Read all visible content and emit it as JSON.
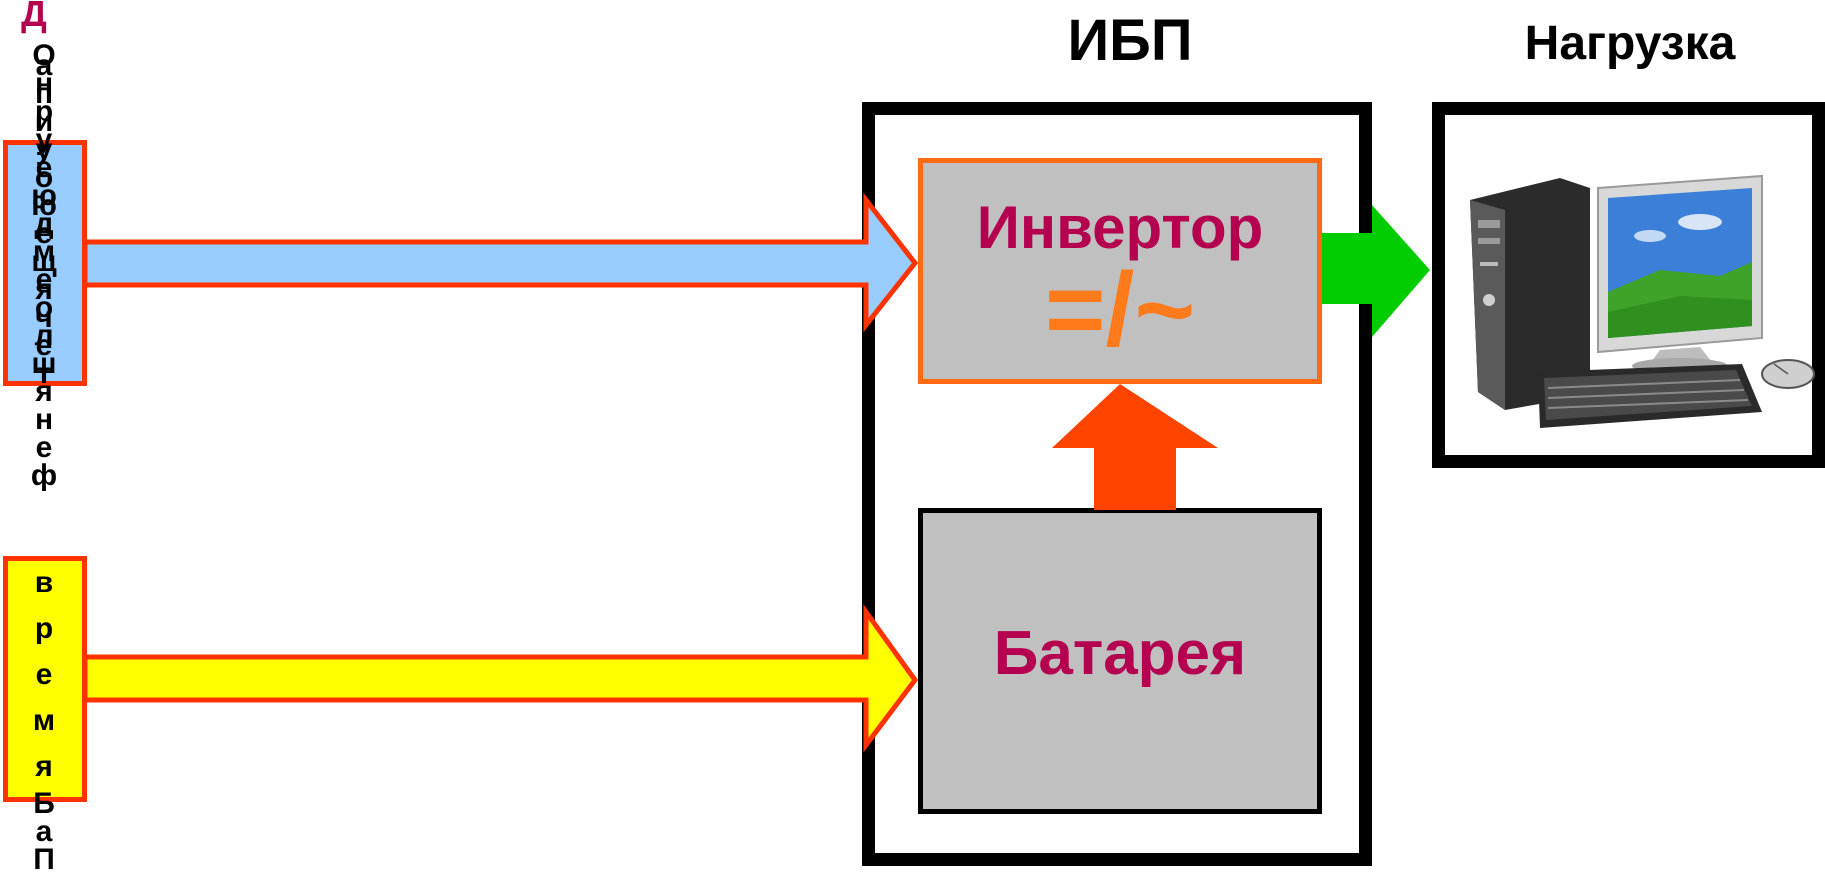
{
  "diagram": {
    "ups_title": "ИБП",
    "load_title": "Нагрузка",
    "inverter": {
      "label": "Инвертор",
      "symbol": "=/~"
    },
    "battery": {
      "label": "Батарея"
    },
    "load_device": {
      "icon": "desktop-computer-icon"
    },
    "left_column": {
      "top_letter": "Д",
      "letters_a": [
        "О",
        "н",
        "р",
        "у",
        "е",
        "ю",
        "д",
        "м",
        "е",
        "о",
        "л",
        "ш",
        "я",
        "н",
        "е",
        "ф"
      ],
      "letters_b": [
        "а",
        "п",
        "и",
        "у",
        "о",
        "ю",
        "е",
        "щ",
        "я",
        "ч",
        "е",
        "т"
      ],
      "letters_c": [
        "в",
        "р",
        "е",
        "м",
        "я"
      ],
      "letters_d": [
        "Б",
        "а",
        "П"
      ]
    },
    "colors": {
      "mains_arrow": "#99ccff",
      "battery_arrow": "#ffff00",
      "arrow_border": "#ff3300",
      "output_arrow": "#00cc00",
      "battery_to_inverter_arrow": "#ff4400",
      "label_color": "#b5004f",
      "symbol_color": "#ff7a1a"
    }
  }
}
